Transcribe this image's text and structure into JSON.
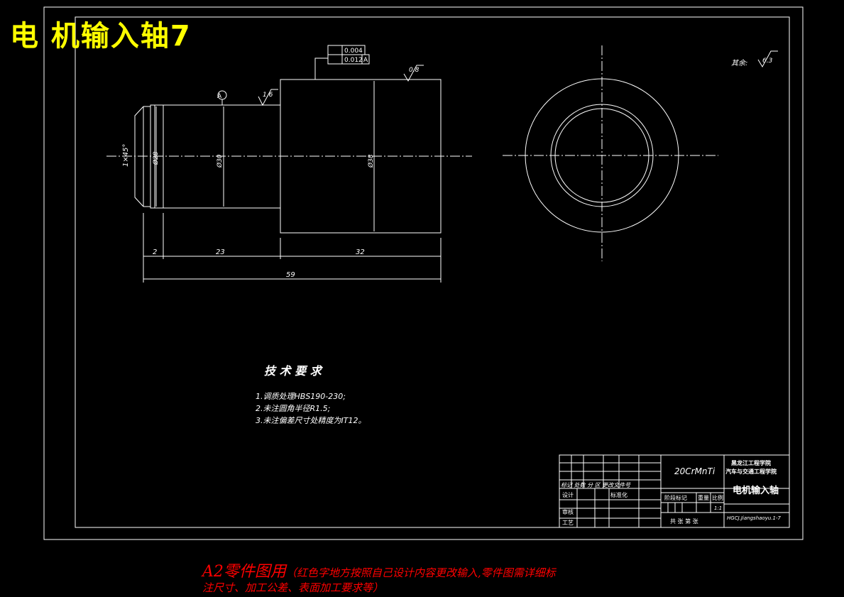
{
  "page_title": "电 机输入轴7",
  "drawing": {
    "roughness_top": "0.8",
    "roughness_left": "1.6",
    "roughness_remaining": "其余:",
    "roughness_remaining_value": "6.3",
    "datum_label": "A",
    "tolerance_frame": {
      "row1": {
        "value": "0.004"
      },
      "row2": {
        "value": "0.012",
        "datum": "A"
      }
    },
    "dimensions": {
      "chamfer": "1×45°",
      "dia_small": "Ø28",
      "dia_mid": "Ø30",
      "dia_large": "Ø38",
      "len_2": "2",
      "len_23": "23",
      "len_32": "32",
      "len_59": "59"
    }
  },
  "tech_requirements": {
    "title": "技 术 要 求",
    "items": [
      "1.调质处理HBS190-230;",
      "2.未注圆角半径R1.5;",
      "3.未注偏差尺寸处精度为IT12。"
    ]
  },
  "title_block": {
    "material": "20CrMnTi",
    "school_line1": "黑龙江工程学院",
    "school_line2": "汽车与交通工程学院",
    "part_name": "电机输入轴",
    "drawing_no": "HGCJ.Jiangshaoyu.1-7",
    "row_marks": "标记 处数 分  区 更改文件号",
    "design": "设计",
    "standardize": "标准化",
    "stage_mark": "阶段标记",
    "weight": "重量",
    "scale_label": "比例",
    "scale_value": "1:1",
    "review": "审核",
    "process": "工艺",
    "sheets": "共   张   第   张"
  },
  "footer_note": {
    "prefix": "A2零件图用",
    "line1": "（红色字地方按照自己设计内容更改输入,零件图需详细标",
    "line2": "注尺寸、加工公差、表面加工要求等）"
  }
}
